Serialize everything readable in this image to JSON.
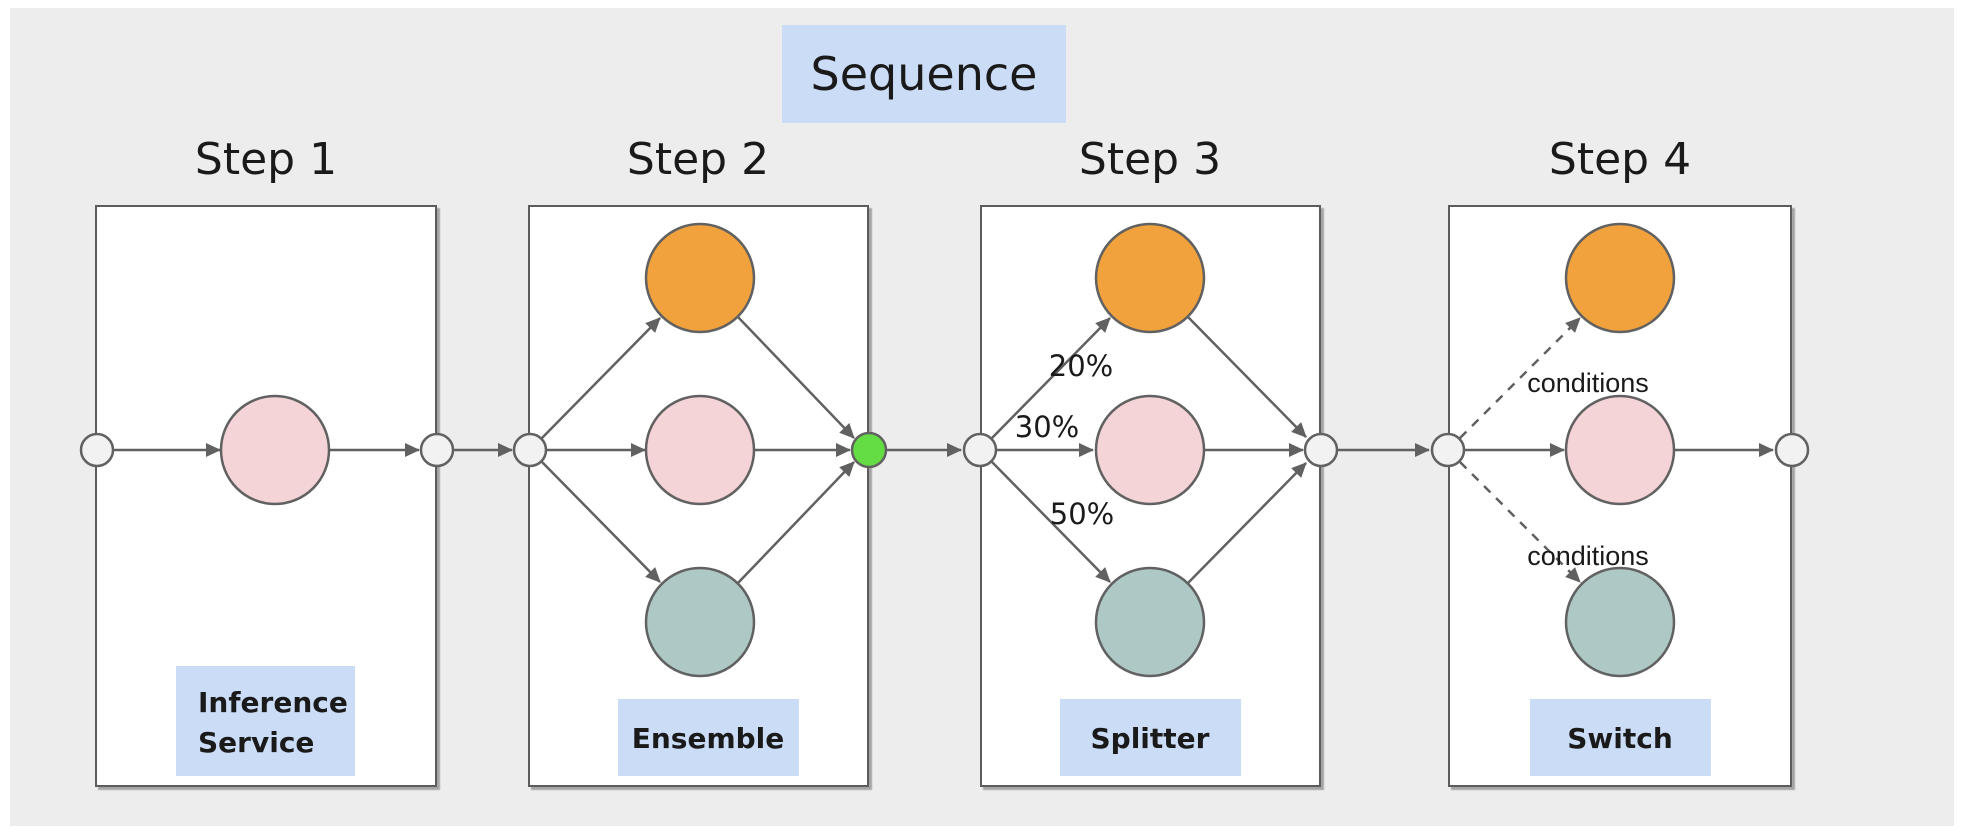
{
  "diagram_title": "Sequence",
  "colors": {
    "background": "#ededed",
    "panel": "#ffffff",
    "label_box": "#cbdcf7",
    "node_orange": "#f2a23c",
    "node_pink": "#f4d4d7",
    "node_teal": "#aec8c6",
    "port_white": "#f2f2f2",
    "port_green": "#63dd43",
    "stroke": "#616161"
  },
  "steps": [
    {
      "title": "Step 1",
      "label_lines": [
        "Inference",
        "Service"
      ]
    },
    {
      "title": "Step 2",
      "label_lines": [
        "Ensemble"
      ]
    },
    {
      "title": "Step 3",
      "label_lines": [
        "Splitter"
      ],
      "weights": [
        "20%",
        "30%",
        "50%"
      ]
    },
    {
      "title": "Step 4",
      "label_lines": [
        "Switch"
      ],
      "condition_labels": [
        "conditions",
        "conditions"
      ]
    }
  ]
}
